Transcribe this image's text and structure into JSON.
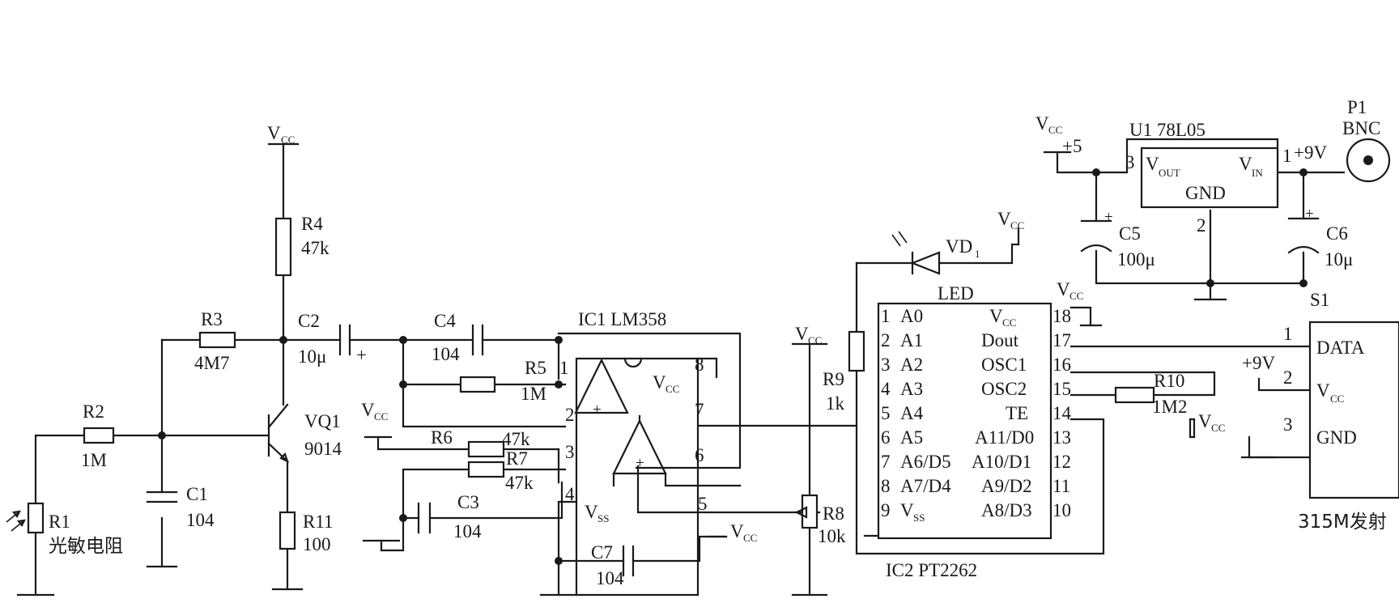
{
  "vcc": "V",
  "vcc_sub": "CC",
  "vss_sub": "SS",
  "plus": "+",
  "minus": "−",
  "components": {
    "r1": {
      "ref": "R1",
      "desc": "光敏电阻"
    },
    "r2": {
      "ref": "R2",
      "value": "1M"
    },
    "r3": {
      "ref": "R3",
      "value": "4M7"
    },
    "r4": {
      "ref": "R4",
      "value": "47k"
    },
    "r5": {
      "ref": "R5",
      "value": "1M"
    },
    "r6": {
      "ref": "R6",
      "value": "47k"
    },
    "r7": {
      "ref": "R7",
      "value": "47k"
    },
    "r8": {
      "ref": "R8",
      "value": "10k"
    },
    "r9": {
      "ref": "R9",
      "value": "1k"
    },
    "r10": {
      "ref": "R10",
      "value": "1M2"
    },
    "r11": {
      "ref": "R11",
      "value": "100"
    },
    "c1": {
      "ref": "C1",
      "value": "104"
    },
    "c2": {
      "ref": "C2",
      "value": "10μ"
    },
    "c3": {
      "ref": "C3",
      "value": "104"
    },
    "c4": {
      "ref": "C4",
      "value": "104"
    },
    "c5": {
      "ref": "C5",
      "value": "100μ"
    },
    "c6": {
      "ref": "C6",
      "value": "10μ"
    },
    "c7": {
      "ref": "C7",
      "value": "104"
    },
    "vq1": {
      "ref": "VQ1",
      "value": "9014"
    },
    "vd1": {
      "ref": "VD",
      "sub": "1"
    },
    "ic1": {
      "title": "IC1  LM358",
      "pins": {
        "p1": "1",
        "p2": "2",
        "p3": "3",
        "p4": "4",
        "p5": "5",
        "p6": "6",
        "p7": "7",
        "p8": "8"
      }
    },
    "ic2": {
      "title": "IC2  PT2262",
      "led_label": "LED",
      "left_pins": [
        {
          "num": "1",
          "name": "A0"
        },
        {
          "num": "2",
          "name": "A1"
        },
        {
          "num": "3",
          "name": "A2"
        },
        {
          "num": "4",
          "name": "A3"
        },
        {
          "num": "5",
          "name": "A4"
        },
        {
          "num": "6",
          "name": "A5"
        },
        {
          "num": "7",
          "name": "A6/D5"
        },
        {
          "num": "8",
          "name": "A7/D4"
        },
        {
          "num": "9",
          "name": "V"
        }
      ],
      "right_pins": [
        {
          "num": "18",
          "name": "V"
        },
        {
          "num": "17",
          "name": "Dout"
        },
        {
          "num": "16",
          "name": "OSC1"
        },
        {
          "num": "15",
          "name": "OSC2"
        },
        {
          "num": "14",
          "name": "TE"
        },
        {
          "num": "13",
          "name": "A11/D0"
        },
        {
          "num": "12",
          "name": "A10/D1"
        },
        {
          "num": "11",
          "name": "A9/D2"
        },
        {
          "num": "10",
          "name": "A8/D3"
        }
      ]
    },
    "u1": {
      "title": "U1  78L05",
      "vout": "V",
      "vout_sub": "OUT",
      "vin": "V",
      "vin_sub": "IN",
      "gnd": "GND",
      "pin3": "3",
      "pin1": "1",
      "pin2": "2"
    },
    "p1": {
      "ref": "P1",
      "type": "BNC"
    },
    "s1": {
      "ref": "S1"
    },
    "tx": {
      "title": "315M发射",
      "pin1": "1",
      "pin1_name": "DATA",
      "pin2": "2",
      "pin2_name": "V",
      "pin3": "3",
      "pin3_name": "GND"
    }
  },
  "nets": {
    "plus5": "+5",
    "plus9v": "+9V",
    "plus9v_b": "+9V"
  }
}
